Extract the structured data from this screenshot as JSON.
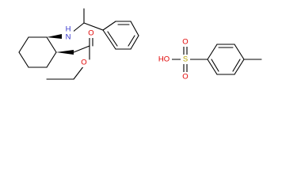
{
  "colors": {
    "bond": "#000000",
    "carbon": "#000000",
    "nitrogen": "#3333cc",
    "oxygen": "#e00000",
    "sulfur": "#b5a300"
  },
  "molecule_1": {
    "atoms": {
      "n_label": "H",
      "n_sublabel": "N",
      "o_carbonyl": "O",
      "o_ester": "O"
    }
  },
  "molecule_2": {
    "atoms": {
      "o_top": "O",
      "o_bottom": "O",
      "sulfur": "S",
      "hydroxyl": "HO"
    }
  }
}
